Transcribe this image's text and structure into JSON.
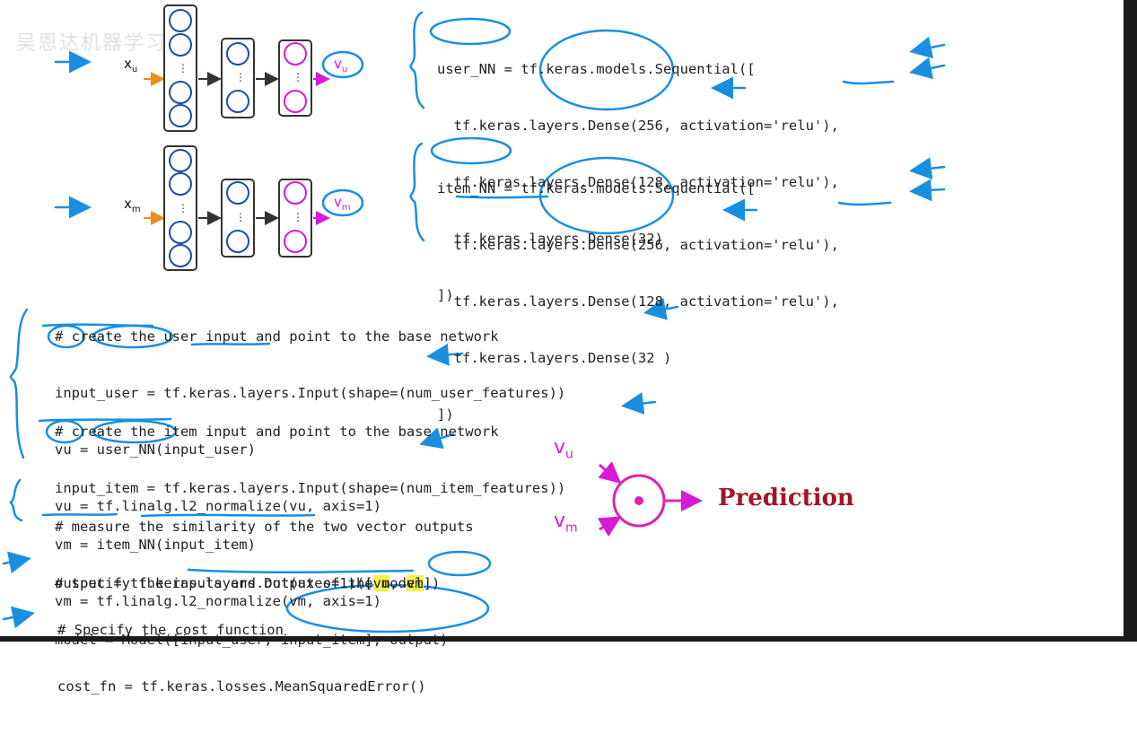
{
  "watermark": "吴恩达机器学习",
  "diagram": {
    "user_input_label": "x",
    "user_input_sub": "u",
    "item_input_label": "x",
    "item_input_sub": "m",
    "user_output_label": "v",
    "user_output_sub": "u",
    "item_output_label": "v",
    "item_output_sub": "m"
  },
  "user_nn_code": [
    "user_NN = tf.keras.models.Sequential([",
    "  tf.keras.layers.Dense(256, activation='relu'),",
    "  tf.keras.layers.Dense(128, activation='relu'),",
    "  tf.keras.layers.Dense(32)",
    "])"
  ],
  "item_nn_code": [
    "item_NN = tf.keras.models.Sequential([",
    "  tf.keras.layers.Dense(256, activation='relu'),",
    "  tf.keras.layers.Dense(128, activation='relu'),",
    "  tf.keras.layers.Dense(32 )",
    "])"
  ],
  "main_code": {
    "user_block": [
      "# create the user input and point to the base network",
      "input_user = tf.keras.layers.Input(shape=(num_user_features))",
      "vu = user_NN(input_user)",
      "vu = tf.linalg.l2_normalize(vu, axis=1)"
    ],
    "item_block": [
      "# create the item input and point to the base network",
      "input_item = tf.keras.layers.Input(shape=(num_item_features))",
      "vm = item_NN(input_item)",
      "vm = tf.linalg.l2_normalize(vm, axis=1)"
    ],
    "similarity_comment": "# measure the similarity of the two vector outputs",
    "similarity_prefix": "output = tf.keras.layers.Dot(axes=1)([",
    "similarity_vu": "vu",
    "similarity_sep": ", ",
    "similarity_vm": "vm",
    "similarity_suffix": "])",
    "model_block": [
      "# specify the inputs and output of the model",
      "model = Model([input_user, input_item], output)"
    ],
    "cost_block": [
      "# Specify the cost function",
      "cost_fn = tf.keras.losses.MeanSquaredError()"
    ]
  },
  "dot_diagram": {
    "vu_label": "v",
    "vu_sub": "u",
    "vm_label": "v",
    "vm_sub": "m",
    "prediction_label": "Prediction"
  }
}
